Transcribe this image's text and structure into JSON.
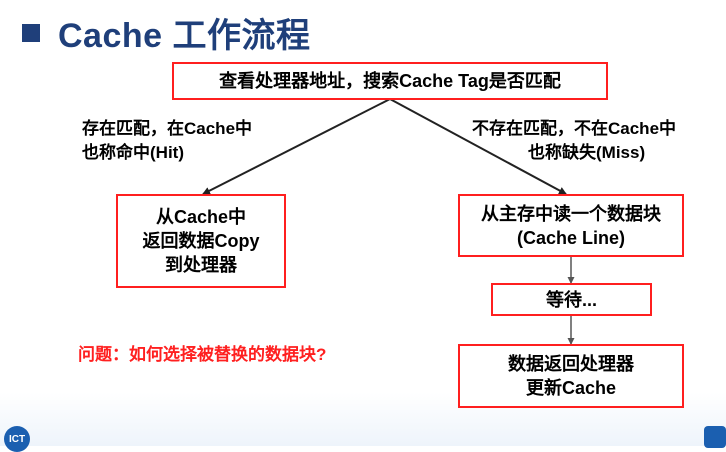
{
  "title": "Cache 工作流程",
  "top_box": "查看处理器地址，搜索Cache Tag是否匹配",
  "left_branch": {
    "label_line1": "存在匹配，在Cache中",
    "label_line2": "也称命中(Hit)",
    "box_line1": "从Cache中",
    "box_line2": "返回数据Copy",
    "box_line3": "到处理器"
  },
  "right_branch": {
    "label_line1": "不存在匹配，不在Cache中",
    "label_line2": "也称缺失(Miss)",
    "box1_line1": "从主存中读一个数据块",
    "box1_line2": "(Cache Line)",
    "box2": "等待...",
    "box3_line1": "数据返回处理器",
    "box3_line2": "更新Cache"
  },
  "question": "问题：如何选择被替换的数据块?",
  "colors": {
    "title": "#1f3f7a",
    "box_border": "#ff1f1f",
    "question": "#ff2020"
  }
}
